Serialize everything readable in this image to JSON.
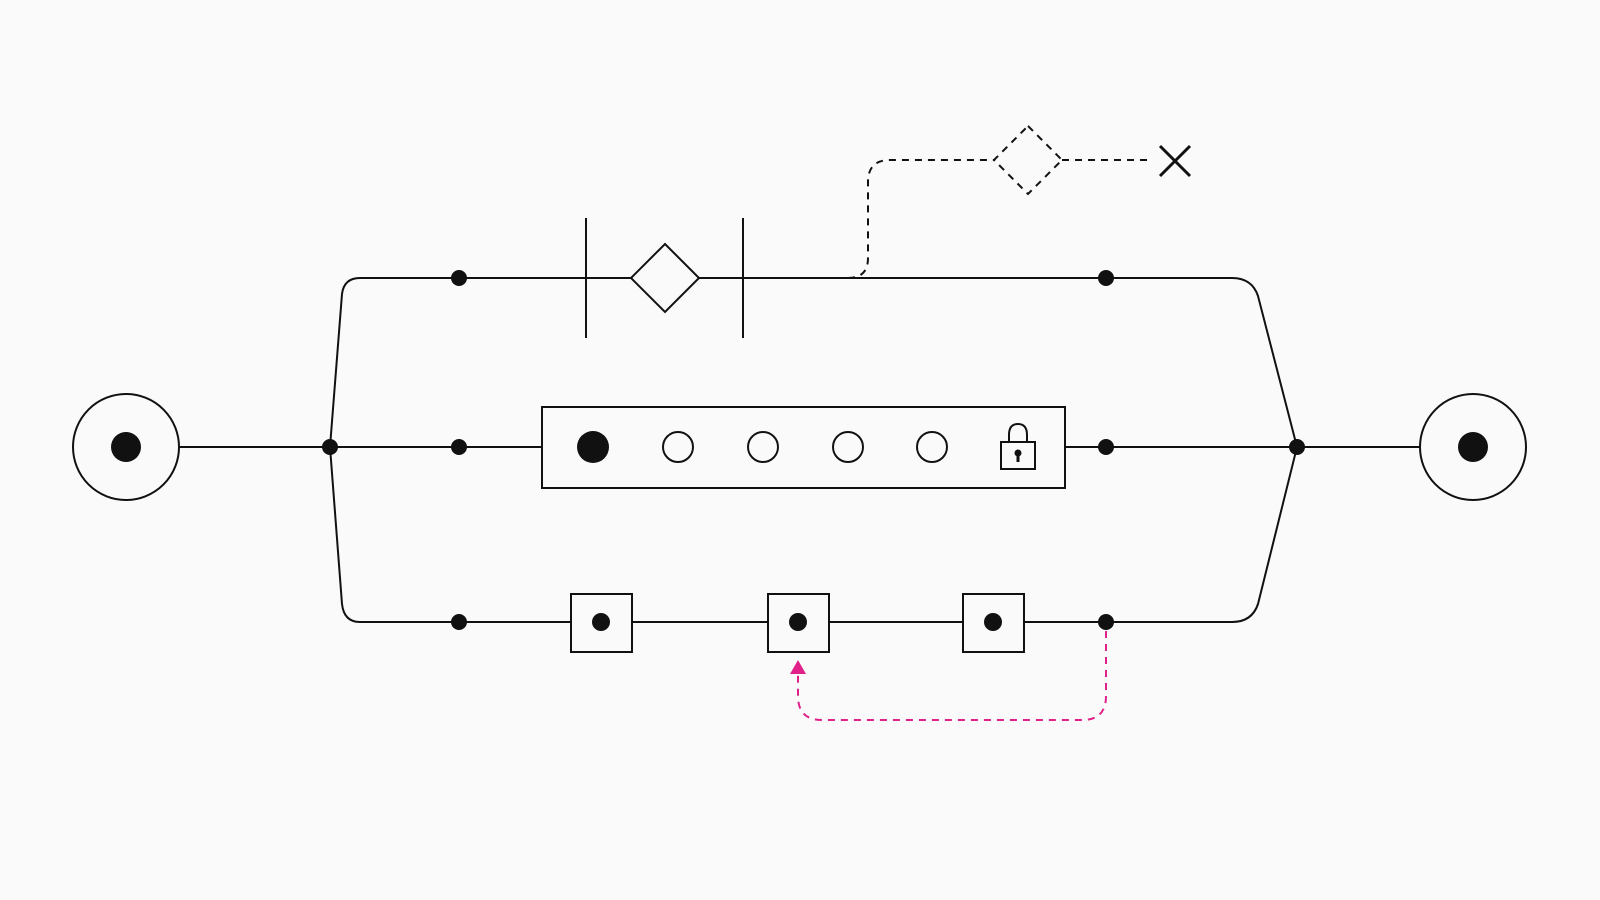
{
  "diagram": {
    "type": "flow-network",
    "colors": {
      "stroke": "#111111",
      "background": "#fafafa",
      "feedback": "#e0218a"
    },
    "start_node": {
      "icon": "filled-dot-in-circle"
    },
    "end_node": {
      "icon": "filled-dot-in-circle"
    },
    "top_branch": {
      "decision": "diamond",
      "barriers": 2,
      "escape_path": {
        "decision": "diamond-dashed",
        "terminal": "x-cross"
      }
    },
    "middle_branch": {
      "sequence": {
        "filled_steps": 1,
        "empty_steps": 4,
        "end_icon": "lock-icon"
      }
    },
    "bottom_branch": {
      "step_boxes": 3,
      "feedback_loop": {
        "style": "dashed",
        "arrow": "up"
      }
    }
  }
}
